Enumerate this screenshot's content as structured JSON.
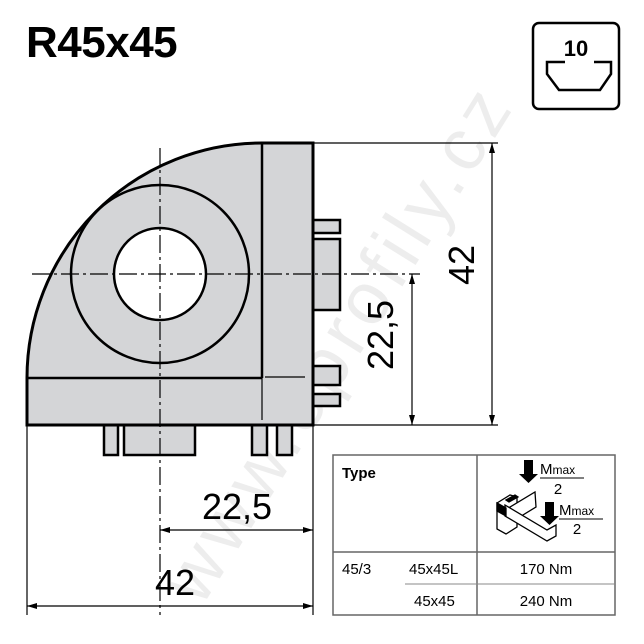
{
  "title": "R45x45",
  "slot_badge": {
    "value": "10",
    "icon": "t-slot-icon"
  },
  "dimensions": {
    "height_total": "42",
    "height_center": "22,5",
    "width_center": "22,5",
    "width_total": "42"
  },
  "table": {
    "header_type": "Type",
    "moment_label": "M",
    "moment_sub": "max",
    "moment_divisor": "2",
    "rows": [
      {
        "type": "45/3",
        "profile": "45x45L",
        "torque": "170 Nm"
      },
      {
        "type": "",
        "profile": "45x45",
        "torque": "240 Nm"
      }
    ]
  },
  "watermark": "www.eprofily.cz",
  "colors": {
    "part_fill": "#d4d5d7",
    "line": "#000000"
  }
}
